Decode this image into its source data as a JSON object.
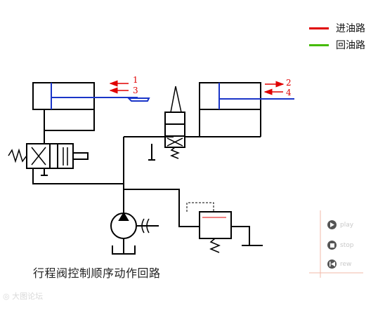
{
  "legend": [
    {
      "label": "进油路",
      "color": "#e00000"
    },
    {
      "label": "回油路",
      "color": "#44bb00"
    }
  ],
  "diagram": {
    "caption": "行程阀控制顺序动作回路",
    "numbers": [
      "1",
      "3",
      "2",
      "4"
    ],
    "colors": {
      "line": "#000000",
      "piston_rod": "#1a35c8",
      "arrow": "#e00000",
      "panel_line": "#f2b9a8"
    }
  },
  "controls": [
    {
      "label": "play",
      "icon": "play-icon"
    },
    {
      "label": "stop",
      "icon": "stop-icon"
    },
    {
      "label": "rew",
      "icon": "rewind-icon"
    }
  ],
  "watermark": "大图论坛"
}
